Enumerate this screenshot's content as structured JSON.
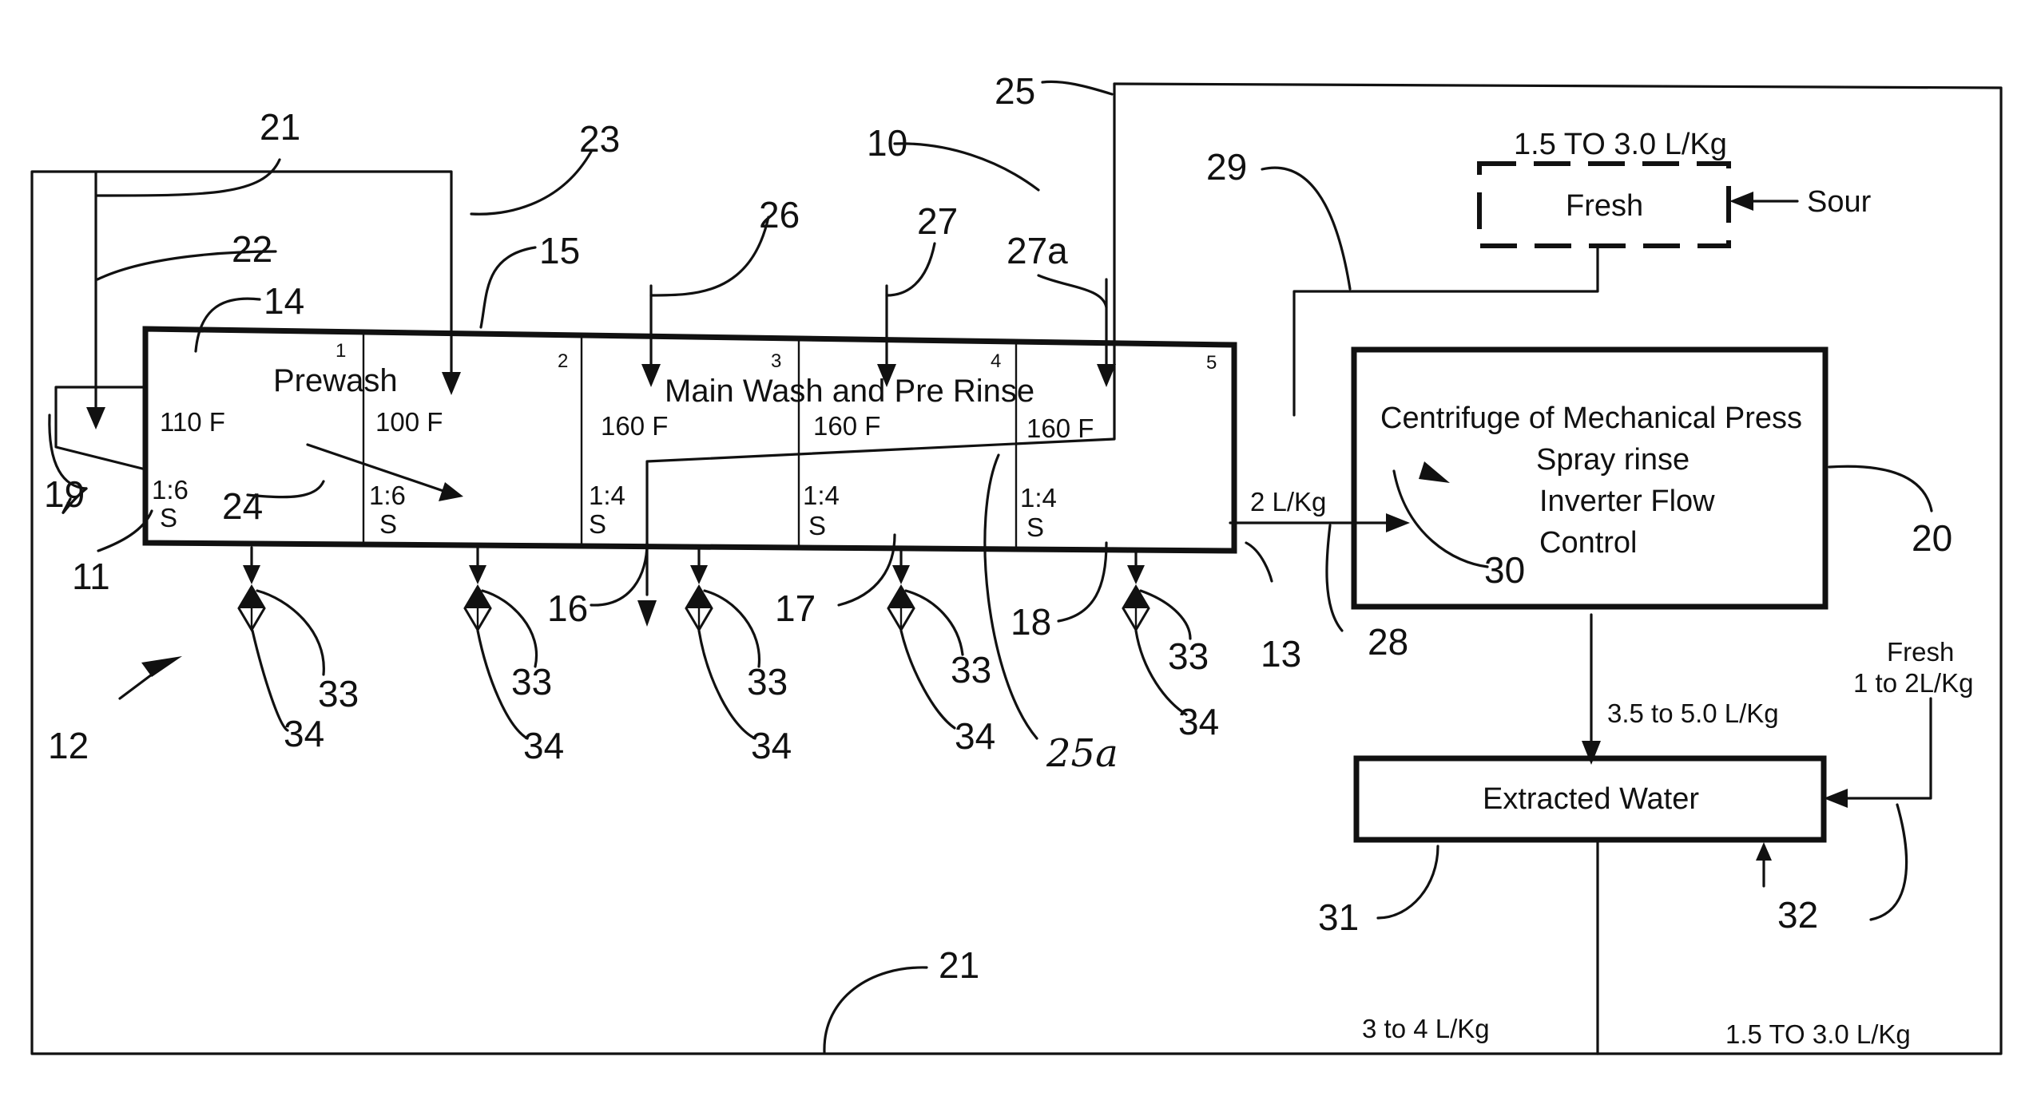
{
  "refs": {
    "r10": "10",
    "r11": "11",
    "r12": "12",
    "r13": "13",
    "r14": "14",
    "r15": "15",
    "r16": "16",
    "r17": "17",
    "r18": "18",
    "r19": "19",
    "r20": "20",
    "r21a": "21",
    "r21b": "21",
    "r22": "22",
    "r23": "23",
    "r24": "24",
    "r25": "25",
    "r25a": "25a",
    "r26": "26",
    "r27": "27",
    "r27a": "27a",
    "r28": "28",
    "r29": "29",
    "r30": "30",
    "r31": "31",
    "r32": "32"
  },
  "valve_refs": {
    "v33": "33",
    "v34": "34"
  },
  "washer": {
    "prewash_label": "Prewash",
    "main_label": "Main Wash and Pre Rinse",
    "modules": [
      {
        "number": "1",
        "temp": "110 F",
        "ratio": "1:6",
        "stage": "S"
      },
      {
        "number": "2",
        "temp": "100 F",
        "ratio": "1:6",
        "stage": "S"
      },
      {
        "number": "3",
        "temp": "160 F",
        "ratio": "1:4",
        "stage": "S"
      },
      {
        "number": "4",
        "temp": "160 F",
        "ratio": "1:4",
        "stage": "S"
      },
      {
        "number": "5",
        "temp": "160 F",
        "ratio": "1:4",
        "stage": "S"
      }
    ]
  },
  "press": {
    "line1": "Centrifuge of Mechanical Press",
    "line2": "Spray rinse",
    "line3": "Inverter Flow",
    "line4": "Control"
  },
  "fresh_box": {
    "label": "Fresh",
    "rate": "1.5 TO 3.0 L/Kg",
    "input": "Sour"
  },
  "extracted": {
    "label": "Extracted Water"
  },
  "flows": {
    "press_in": "2 L/Kg",
    "press_out": "3.5 to 5.0 L/Kg",
    "fresh_add_label": "Fresh",
    "fresh_add_rate": "1 to 2L/Kg",
    "return_left": "3 to 4 L/Kg",
    "return_right": "1.5 TO 3.0 L/Kg"
  }
}
